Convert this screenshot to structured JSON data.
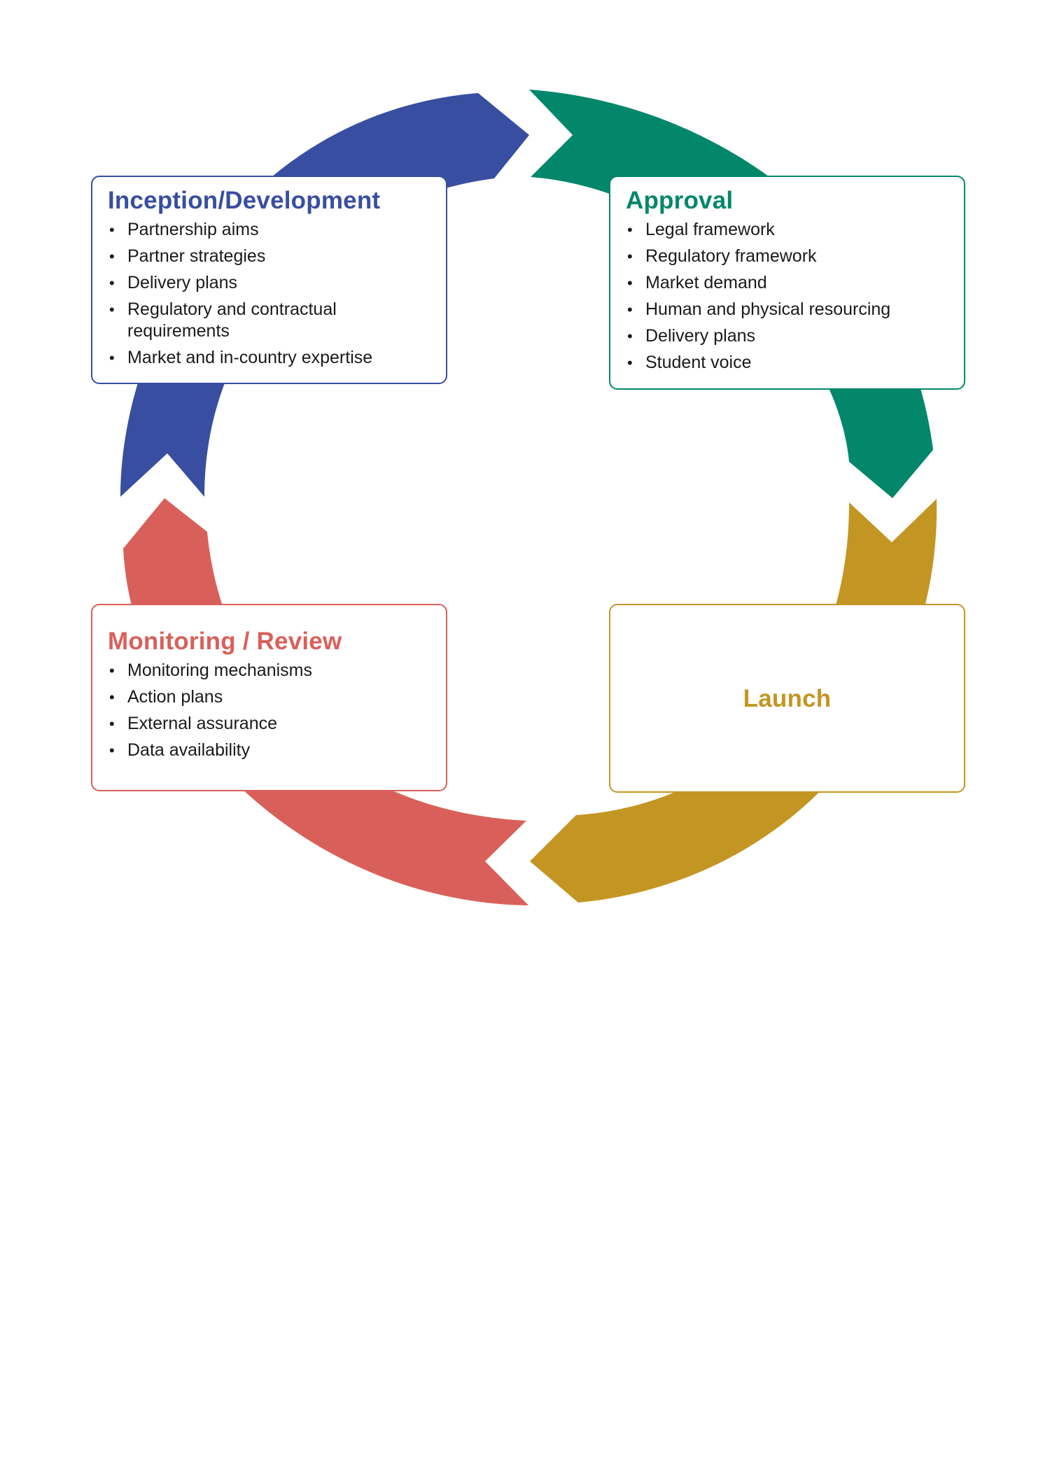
{
  "colors": {
    "inception": "#384ea0",
    "approval": "#03876b",
    "launch": "#c39623",
    "monitoring": "#d9605a"
  },
  "stages": {
    "inception": {
      "title": "Inception/Development",
      "items": [
        "Partnership aims",
        "Partner strategies",
        "Delivery plans",
        "Regulatory and contractual requirements",
        "Market and in-country expertise"
      ]
    },
    "approval": {
      "title": "Approval",
      "items": [
        "Legal framework",
        "Regulatory framework",
        "Market demand",
        "Human and physical resourcing",
        "Delivery plans",
        "Student voice"
      ]
    },
    "launch": {
      "title": "Launch"
    },
    "monitoring": {
      "title": "Monitoring / Review",
      "items": [
        "Monitoring mechanisms",
        "Action plans",
        "External assurance",
        "Data availability"
      ]
    }
  }
}
